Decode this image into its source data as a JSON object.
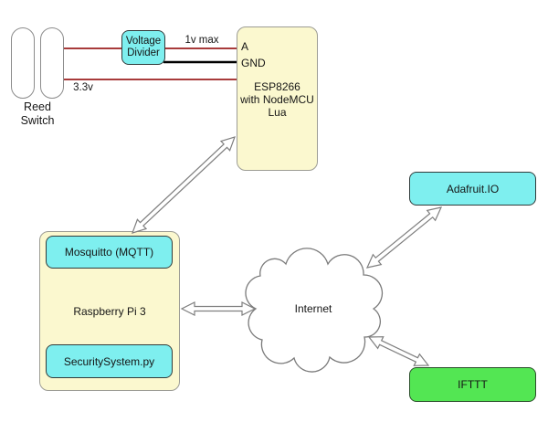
{
  "colors": {
    "background": "#ffffff",
    "yellow_fill": "#FBF8CF",
    "yellow_border": "#9c9c94",
    "cyan_fill": "#7EEFEF",
    "cyan_border": "#313b3b",
    "green_fill": "#53E653",
    "wire_red": "#9c1f1f",
    "wire_black": "#000000",
    "arrow_outline": "#7f7f7f",
    "cloud_outline": "#7a7a7a"
  },
  "reed_switch": {
    "line1": "Reed",
    "line2": "Switch"
  },
  "voltage_divider": {
    "line1": "Voltage",
    "line2": "Divider"
  },
  "wires": {
    "label_1v_max": "1v max",
    "label_3v3": "3.3v"
  },
  "esp8266": {
    "pin_a": "A",
    "pin_gnd": "GND",
    "line1": "ESP8266",
    "line2": "with NodeMCU",
    "line3": "Lua"
  },
  "raspberry_pi": {
    "label": "Raspberry Pi 3",
    "mosquitto": "Mosquitto (MQTT)",
    "security_system": "SecuritySystem.py"
  },
  "cloud": {
    "label": "Internet"
  },
  "adafruit": {
    "label": "Adafruit.IO"
  },
  "ifttt": {
    "label": "IFTTT"
  }
}
